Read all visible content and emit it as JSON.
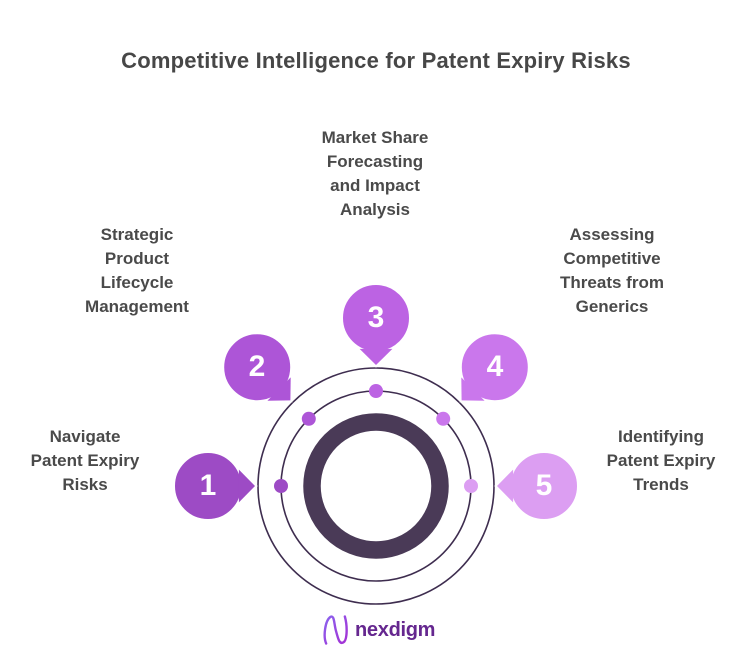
{
  "title": {
    "text": "Competitive Intelligence for Patent Expiry Risks",
    "color": "#474747"
  },
  "diagram": {
    "ring_thin_color": "#3e2d4f",
    "ring_thick_color": "#4a3a57",
    "label_color": "#4a4a4a",
    "items": [
      {
        "number": "1",
        "label": "Navigate\nPatent Expiry\nRisks",
        "color": "#9d4bc5"
      },
      {
        "number": "2",
        "label": "Strategic\nProduct\nLifecycle\nManagement",
        "color": "#ad55d7"
      },
      {
        "number": "3",
        "label": "Market Share\nForecasting\nand Impact\nAnalysis",
        "color": "#bc63e3"
      },
      {
        "number": "4",
        "label": "Assessing\nCompetitive\nThreats from\nGenerics",
        "color": "#ca77ec"
      },
      {
        "number": "5",
        "label": "Identifying\nPatent Expiry\nTrends",
        "color": "#dc9ef2"
      }
    ]
  },
  "logo": {
    "text": "nexdigm",
    "color": "#65278f",
    "mark_gradient_start": "#8a63ee",
    "mark_gradient_end": "#a42fd4"
  }
}
